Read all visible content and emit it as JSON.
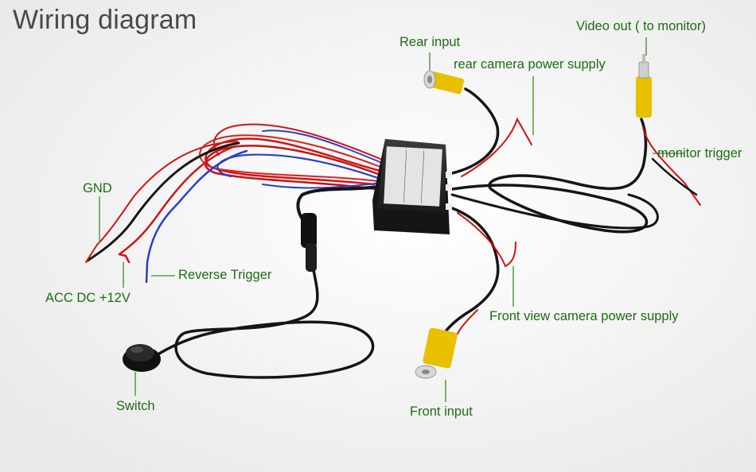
{
  "title": "Wiring diagram",
  "labels": {
    "rear_input": "Rear input",
    "rear_power": "rear camera power supply",
    "video_out": "Video out ( to monitor)",
    "monitor_trigger": "monitor trigger",
    "gnd": "GND",
    "reverse_trigger": "Reverse Trigger",
    "acc": "ACC DC +12V",
    "front_power": "Front view camera power supply",
    "switch": "Switch",
    "front_input": "Front input"
  },
  "colors": {
    "label_green": "#1f6b14",
    "leader_line": "#3f8a2a",
    "cable_black": "#151515",
    "wire_red": "#d11414",
    "wire_blue": "#2b3fc8",
    "rca_yellow": "#e8c000",
    "box_black": "#1c1c1c"
  }
}
